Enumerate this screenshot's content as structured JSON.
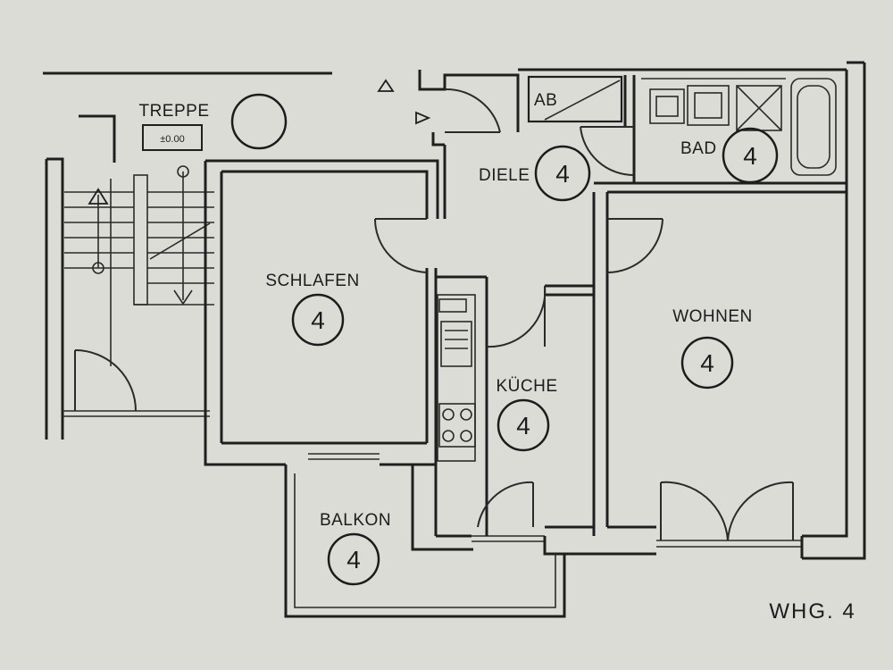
{
  "plan_label": "WHG. 4",
  "stair": {
    "label": "TREPPE",
    "level": "±0.00"
  },
  "utility": {
    "label": "AB"
  },
  "rooms": [
    {
      "label": "DIELE",
      "number": "4"
    },
    {
      "label": "BAD",
      "number": "4"
    },
    {
      "label": "SCHLAFEN",
      "number": "4"
    },
    {
      "label": "WOHNEN",
      "number": "4"
    },
    {
      "label": "KÜCHE",
      "number": "4"
    },
    {
      "label": "BALKON",
      "number": "4"
    }
  ],
  "colors": {
    "paper": "#dcdcd6",
    "ink": "#1f1f1f"
  }
}
